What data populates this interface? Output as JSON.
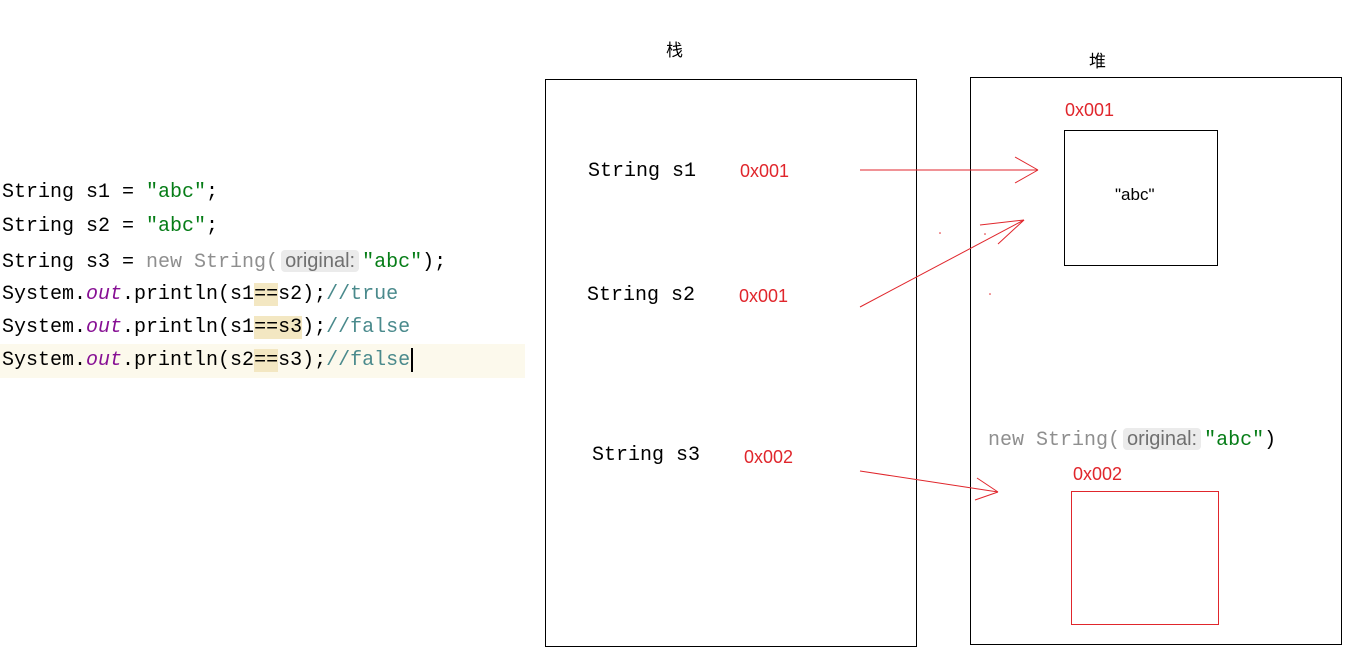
{
  "code": {
    "line1": {
      "prefix": "String s1 = ",
      "str": "\"abc\"",
      "suffix": ";"
    },
    "line2": {
      "prefix": "String s2 = ",
      "str": "\"abc\"",
      "suffix": ";"
    },
    "line3": {
      "prefix": "String s3 = ",
      "kw": "new String(",
      "hint": "original:",
      "str": "\"abc\"",
      "suffix": ");"
    },
    "line4": {
      "obj": "System.",
      "field": "out",
      "call": ".println(s1",
      "op": "==",
      "arg": "s2",
      "close": ");",
      "comment": "//true"
    },
    "line5": {
      "obj": "System.",
      "field": "out",
      "call": ".println(s1",
      "op": "==",
      "arg": "s3",
      "close": ");",
      "comment": "//false"
    },
    "line6": {
      "obj": "System.",
      "field": "out",
      "call": ".println(s2",
      "op": "==",
      "arg": "s3",
      "close": ");",
      "comment": "//false"
    }
  },
  "stack": {
    "title": "栈",
    "vars": [
      {
        "name": "String s1",
        "addr": "0x001"
      },
      {
        "name": "String s2",
        "addr": "0x001"
      },
      {
        "name": "String s3",
        "addr": "0x002"
      }
    ]
  },
  "heap": {
    "title": "堆",
    "obj1": {
      "addr": "0x001",
      "value": "\"abc\""
    },
    "expr": {
      "kw": "new String(",
      "hint": "original:",
      "str": "\"abc\"",
      "close": ")"
    },
    "obj2": {
      "addr": "0x002"
    }
  },
  "colors": {
    "arrow": "#e0262c",
    "address": "#e0262c",
    "string_literal": "#067d17",
    "comment": "#4a8a8c",
    "field": "#871094"
  }
}
